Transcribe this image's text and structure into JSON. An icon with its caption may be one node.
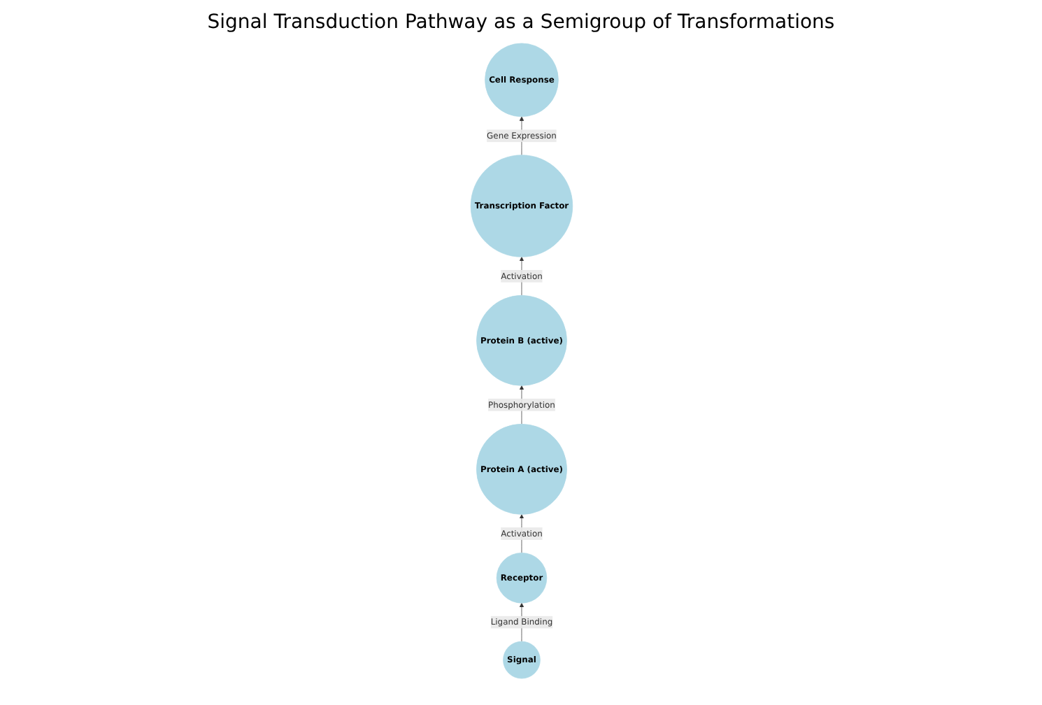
{
  "diagram": {
    "title": "Signal Transduction Pathway as a Semigroup of Transformations",
    "nodes": [
      {
        "text": [
          "Cell Response"
        ]
      },
      {
        "text": [
          "Transcription Factor"
        ]
      },
      {
        "text": [
          "Protein B (active)"
        ]
      },
      {
        "text": [
          "Protein A (active)"
        ]
      },
      {
        "text": [
          "Receptor"
        ]
      },
      {
        "text": [
          "Signal"
        ]
      }
    ],
    "edges": [
      {
        "from": 5,
        "to": 4,
        "arrow": "to",
        "label": "Ligand Binding"
      },
      {
        "from": 4,
        "to": 3,
        "arrow": "to",
        "label": "Activation"
      },
      {
        "from": 3,
        "to": 2,
        "arrow": "to",
        "label": "Phosphorylation"
      },
      {
        "from": 2,
        "to": 1,
        "arrow": "to",
        "label": "Activation"
      },
      {
        "from": 1,
        "to": 0,
        "arrow": "to",
        "label": "Gene Expression"
      }
    ]
  }
}
